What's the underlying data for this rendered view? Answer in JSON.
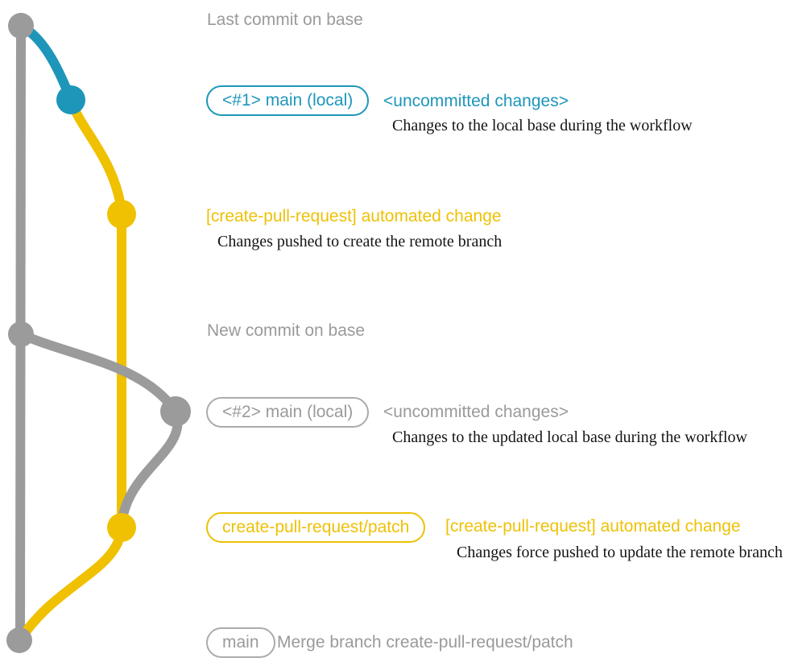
{
  "diagram_title": "create-pull-request action git workflow diagram",
  "colors": {
    "base_branch_gray": "#9b9b9b",
    "local_branch_teal": "#1d96ba",
    "pr_branch_yellow": "#efc100",
    "description_text": "#141414",
    "gray_text": "#9a9a9a"
  },
  "sections": {
    "last_commit": {
      "title": "Last commit on base"
    },
    "local_1": {
      "badge": "<#1> main (local)",
      "tag": "<uncommitted changes>",
      "description": "Changes to the local base during the workflow"
    },
    "pr_create": {
      "title": "[create-pull-request] automated change",
      "description": "Changes pushed to create the remote branch"
    },
    "new_commit": {
      "title": "New commit on base"
    },
    "local_2": {
      "badge": "<#2> main (local)",
      "tag": "<uncommitted changes>",
      "description": "Changes to the updated local base during the workflow"
    },
    "pr_update": {
      "badge": "create-pull-request/patch",
      "title": "[create-pull-request] automated change",
      "description": "Changes force pushed to update the remote branch"
    },
    "merge": {
      "badge": "main",
      "title": "Merge branch create-pull-request/patch"
    }
  },
  "graph": {
    "branches": [
      {
        "name": "base (main)",
        "color": "#9b9b9b"
      },
      {
        "name": "local uncommitted changes",
        "color": "#1d96ba"
      },
      {
        "name": "create-pull-request/patch",
        "color": "#efc100"
      }
    ],
    "commits": [
      {
        "name": "last-commit-on-base",
        "branch": "base"
      },
      {
        "name": "uncommitted-changes-1",
        "branch": "local"
      },
      {
        "name": "automated-change-1",
        "branch": "patch"
      },
      {
        "name": "new-commit-on-base",
        "branch": "base"
      },
      {
        "name": "uncommitted-changes-2",
        "branch": "local"
      },
      {
        "name": "automated-change-2",
        "branch": "patch"
      },
      {
        "name": "merge-commit",
        "branch": "base"
      }
    ]
  }
}
